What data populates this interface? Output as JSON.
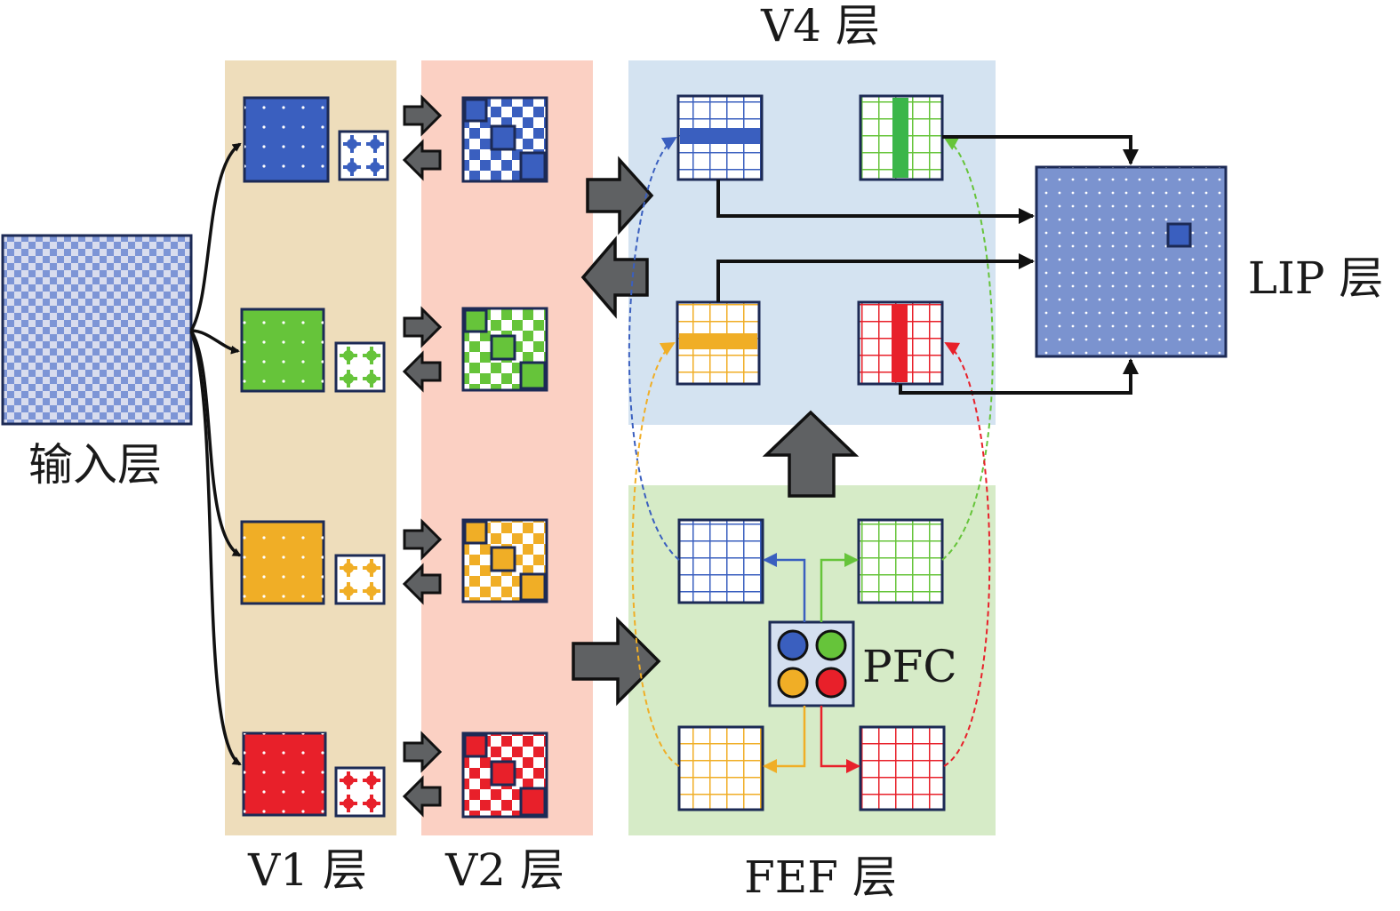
{
  "labels": {
    "input": "输入层",
    "v1": "V1 层",
    "v2": "V2 层",
    "v4": "V4 层",
    "fef": "FEF 层",
    "lip": "LIP 层",
    "pfc": "PFC"
  },
  "colors": {
    "blue": "#3a5fbf",
    "green": "#66c43a",
    "orange": "#f0ae26",
    "red": "#e8202a",
    "outline": "#1c2a55",
    "input_light": "#d8dcee",
    "input_dark": "#7d95d6",
    "lip_fill": "#7b93cf",
    "v1_bg": "#eeddbb",
    "v2_bg": "#fbd0c3",
    "v4_bg": "#d4e3f1",
    "fef_bg": "#d6ebc7",
    "big_arrow": "#5f6163"
  },
  "icons": [
    "checkerboard",
    "dotted-square",
    "grid",
    "arrow",
    "circle"
  ]
}
